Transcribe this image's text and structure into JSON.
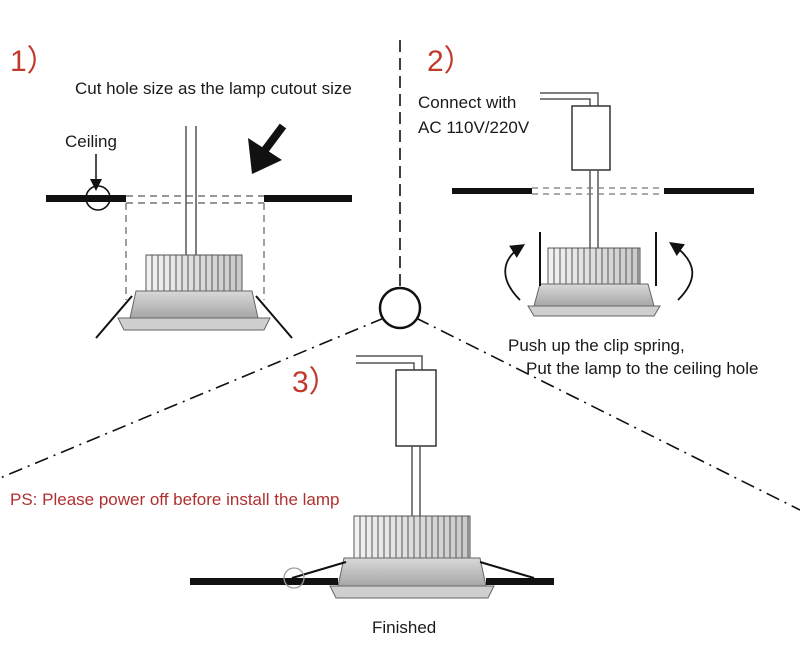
{
  "colors": {
    "step_number": "#c0392b",
    "warning": "#b03030",
    "text": "#1a1a1a",
    "line": "#111111",
    "lamp_metal": "#bfbfbf"
  },
  "steps": [
    {
      "number": "1）",
      "caption": "Cut hole size as the lamp cutout size",
      "ceiling_label": "Ceiling"
    },
    {
      "number": "2）",
      "caption_lines": [
        "Connect with",
        "AC 110V/220V"
      ],
      "instruction_lines": [
        "Push up the clip spring,",
        "Put the lamp to the ceiling hole"
      ]
    },
    {
      "number": "3）",
      "warning": "PS: Please power off before install the lamp",
      "result": "Finished"
    }
  ],
  "icons": [
    "arrow-pointer-icon",
    "rotate-arrow-icon",
    "center-hub-circle-icon"
  ]
}
